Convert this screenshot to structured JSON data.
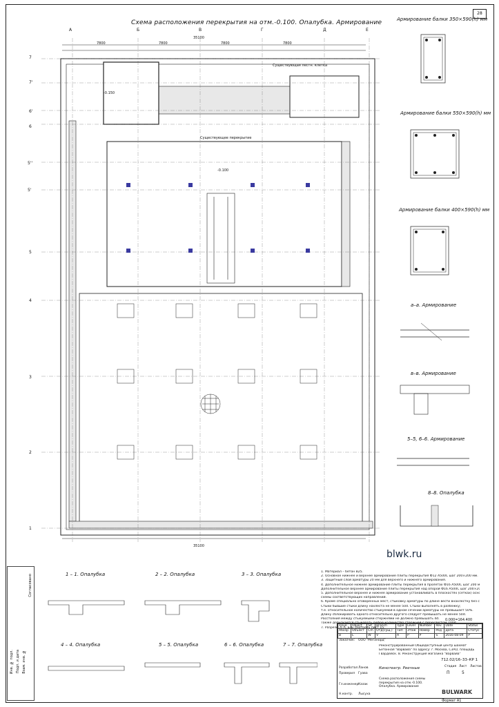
{
  "sheet": {
    "title": "Схема расположения перекрытия на отм.-0.100. Опалубка. Армирование",
    "sheet_number": "28"
  },
  "plan": {
    "top_dimension_total": "35100",
    "bottom_dimension_total": "35100",
    "bay_dims": [
      "7800",
      "7800",
      "7800",
      "7800"
    ],
    "axes_left": [
      "7",
      "7'",
      "6'",
      "6",
      "5''",
      "5'",
      "5",
      "4",
      "3",
      "2",
      "1"
    ],
    "axes_top": [
      "А",
      "Б",
      "В",
      "Г",
      "Д",
      "Е"
    ],
    "labels": {
      "existing_stair": "Существующая лестн. клетка",
      "existing_slab": "Существующее перекрытие",
      "hole_mark": "-0.100",
      "column_mark": "-0.150",
      "section_elev": "0.000=164.400"
    }
  },
  "sections_right": [
    {
      "title": "Армирование балки 350×590(h) мм"
    },
    {
      "title": "Армирование балки 550×590(h) мм"
    },
    {
      "title": "Армирование балки 400×590(h) мм"
    },
    {
      "title": "а–а. Армирование"
    },
    {
      "title": "в–в. Армирование"
    },
    {
      "title": "5–5, 6–6. Армирование"
    },
    {
      "title": "8–8. Опалубка"
    }
  ],
  "sections_bottom": [
    {
      "title": "1 – 1. Опалубка"
    },
    {
      "title": "2 – 2. Опалубка"
    },
    {
      "title": "3 – 3. Опалубка"
    },
    {
      "title": "4 – 4. Опалубка"
    },
    {
      "title": "5 – 5. Опалубка"
    },
    {
      "title": "6 – 6. Опалубка"
    },
    {
      "title": "7 – 7. Опалубка"
    }
  ],
  "notes": [
    "1. Материал – бетон В25.",
    "2. Основное нижнее и верхнее армирование плиты перекрытия Ф12 А500С шаг 200×200 мм.",
    "3. Защитный слой арматуры 20 мм для верхнего и нижнего армирования.",
    "4. Дополнительное нижнее армирование плиты перекрытия в пролетах Ф16 А500С шаг 200 мм.",
    "   Дополнительное верхнее армирование плиты перекрытия над опорой Ф16 А500С шаг 200×200мм.",
    "5. Дополнительное верхнее и нижнее армирование устанавливать в плоскостях (сетках) основной",
    "   схемы соответствующих направлений.",
    "6. Кроме специально оговоренных мест, стыковку арматуры по длине вести внахлестку без сварки.",
    "   Стыки бывшие стыки длину нахлеста не менее 50d. Стыки выполнять в разбежку;",
    "   т.е. относительное количество стыкуемой в одном сечении арматуры не превышает 50%.",
    "   Длину сблокировать одного относительно другого следует превышать не менее 50d.",
    "   Расстояния между стыкуемыми стержнями не должно превышать 4d.",
    "   Также допускается стыковать любое количество стержней с перехлестом 100d.",
    "7. Разрезы А–А, Б–Б смотреть лист 15."
  ],
  "stamp": {
    "header_cells": [
      "Issue",
      "Object",
      "Sit",
      "Branch",
      "Type",
      "Level",
      "Number",
      "Rev.",
      "Date",
      "Status"
    ],
    "header_cells_ru": [
      "Абозр",
      "Объект",
      "Сm",
      "Отд(сущ.)",
      "Тип",
      "Этаж",
      "Номер",
      "Ред",
      "Дата",
      "Статус"
    ],
    "code_row": [
      "B",
      "L",
      "W",
      "V",
      "A",
      "P",
      "P",
      "S",
      "8",
      "B",
      "E",
      "2",
      "2016-08-09",
      "P",
      "0",
      "0"
    ],
    "customer_label": "Заказчик:",
    "customer": "ООО \"Меганорд\"",
    "object": "Реконструированный Общедоступный центр шахмат",
    "address": "Бетонная \"Варвайа\" по адресу: г. Москва, СЗАО, площадь",
    "address2": "Гвардейск. 8. Реконструкция магазина \"Варвайа\"",
    "doc_code": "712.02/16–33–КР 1",
    "drawing_name": "Кинотеатр. Реечные",
    "drawing_desc": "Схема расположения схемы перекрытия на отм.-0.100. Опалубка. Армирование",
    "stage": "П",
    "sheet": "5",
    "roles": [
      "Разработал",
      "Проверил",
      "Гл.инженер",
      "Н.контр."
    ],
    "names": [
      "Ланов",
      "Гуава",
      "Казак",
      "Лысуха"
    ],
    "stage_label": "Стадия",
    "sheet_label": "Лист",
    "sheets_label": "Листов"
  },
  "side_strip": [
    "Инв. № подл.",
    "Подп. и дата",
    "Взам. инв. №",
    "Согласовано"
  ],
  "watermark": "blwk.ru",
  "brand": "BULWARK",
  "format": "Формат А1"
}
